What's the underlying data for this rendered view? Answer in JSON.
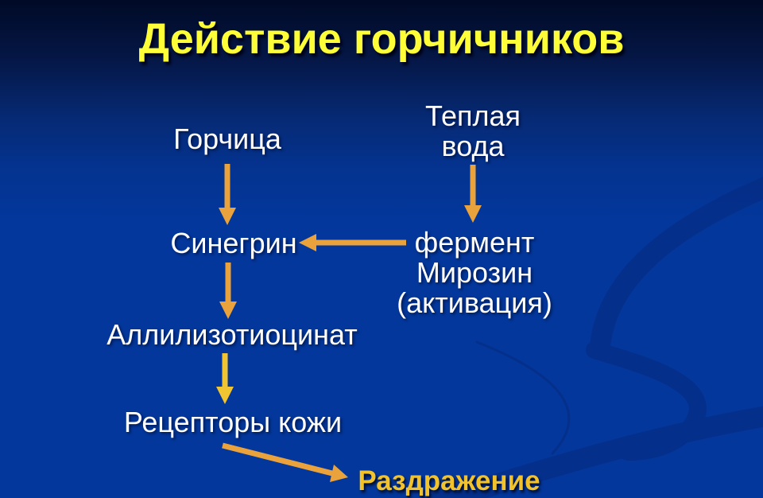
{
  "title": "Действие горчичников",
  "nodes": {
    "mustard": "Горчица",
    "warm_water": "Теплая\nвода",
    "sinegrin": "Синегрин",
    "ferment": "фермент\nМирозин\n(активация)",
    "allyl": "Аллилизотиоцинат",
    "receptors": "Рецепторы кожи",
    "irritation": "Раздражение"
  },
  "edges": [
    {
      "from": "Горчица",
      "to": "Синегрин",
      "color_key": "arrow_orange",
      "direction": "down"
    },
    {
      "from": "Теплая вода",
      "to": "фермент Мирозин (активация)",
      "color_key": "arrow_orange",
      "direction": "down"
    },
    {
      "from": "фермент Мирозин (активация)",
      "to": "Синегрин",
      "color_key": "arrow_orange",
      "direction": "left"
    },
    {
      "from": "Синегрин",
      "to": "Аллилизотиоцинат",
      "color_key": "arrow_orange",
      "direction": "down"
    },
    {
      "from": "Аллилизотиоцинат",
      "to": "Рецепторы кожи",
      "color_key": "arrow_gold",
      "direction": "down"
    },
    {
      "from": "Рецепторы кожи",
      "to": "Раздражение",
      "color_key": "arrow_orange",
      "direction": "down-right"
    }
  ],
  "colors": {
    "arrow_orange": "#e9a23c",
    "arrow_gold": "#f1c431",
    "title_yellow": "#fdfd38",
    "result_gold": "#f2c22c",
    "text_white": "#ffffff",
    "background_top": "#010a26",
    "background_bottom": "#03379b",
    "wave_blue": "#05287c"
  }
}
